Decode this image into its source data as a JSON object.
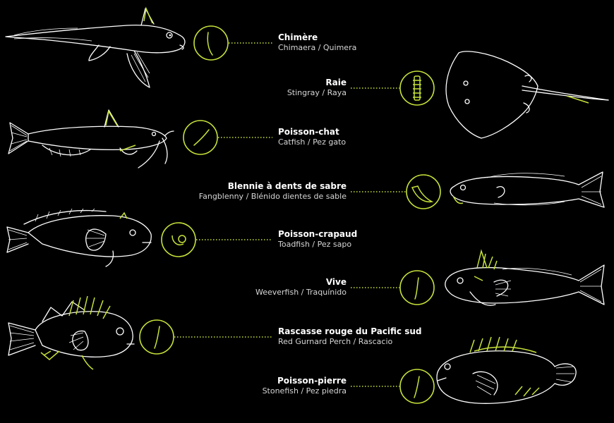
{
  "colors": {
    "background": "#000000",
    "accent": "#c6e23a",
    "line": "#ffffff"
  },
  "species": [
    {
      "title": "Chimère",
      "subtitle": "Chimaera / Quimera",
      "icon": "chimaera-spine-icon"
    },
    {
      "title": "Raie",
      "subtitle": "Stingray / Raya",
      "icon": "stingray-barb-icon"
    },
    {
      "title": "Poisson-chat",
      "subtitle": "Catfish / Pez gato",
      "icon": "catfish-spine-icon"
    },
    {
      "title": "Blennie à dents de sabre",
      "subtitle": "Fangblenny / Blénido dientes de sable",
      "icon": "fang-icon"
    },
    {
      "title": "Poisson-crapaud",
      "subtitle": "Toadfish / Pez sapo",
      "icon": "toadfish-spine-icon"
    },
    {
      "title": "Vive",
      "subtitle": "Weeverfish / Traquínido",
      "icon": "weever-spine-icon"
    },
    {
      "title": "Rascasse rouge du Pacific sud",
      "subtitle": "Red Gurnard Perch / Rascacio",
      "icon": "perch-spine-icon"
    },
    {
      "title": "Poisson-pierre",
      "subtitle": "Stonefish / Pez piedra",
      "icon": "stonefish-spine-icon"
    }
  ]
}
